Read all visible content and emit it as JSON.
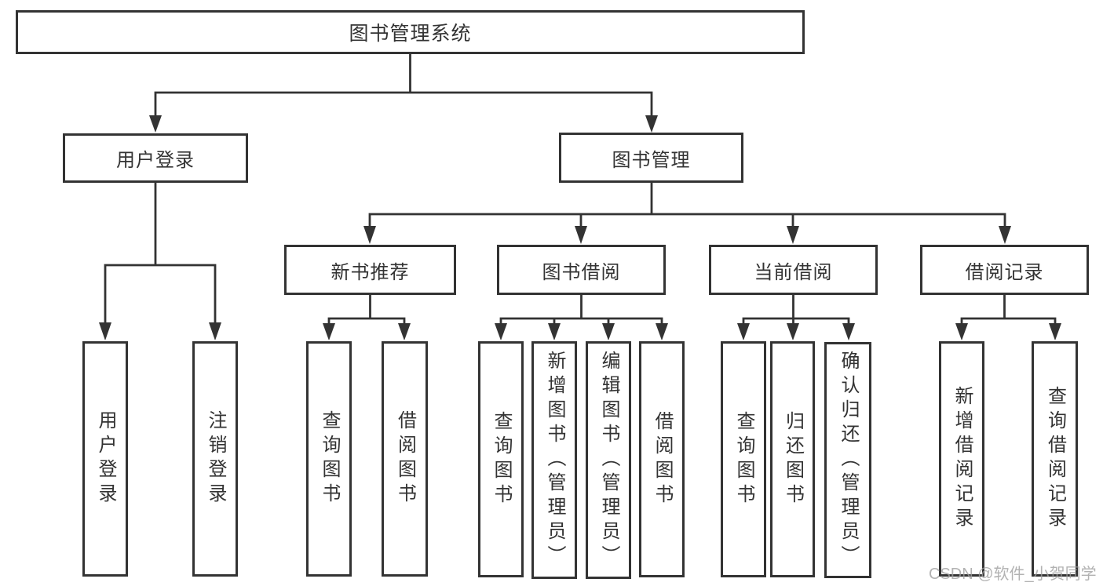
{
  "root": {
    "label": "图书管理系统"
  },
  "level2": [
    {
      "label": "用户登录",
      "children": [
        {
          "label": "用户登录"
        },
        {
          "label": "注销登录"
        }
      ]
    },
    {
      "label": "图书管理"
    }
  ],
  "level3": [
    {
      "label": "新书推荐",
      "children": [
        {
          "label": "查询图书"
        },
        {
          "label": "借阅图书"
        }
      ]
    },
    {
      "label": "图书借阅",
      "children": [
        {
          "label": "查询图书"
        },
        {
          "label": "新增图书（管理员）"
        },
        {
          "label": "编辑图书（管理员）"
        },
        {
          "label": "借阅图书"
        }
      ]
    },
    {
      "label": "当前借阅",
      "children": [
        {
          "label": "查询图书"
        },
        {
          "label": "归还图书"
        },
        {
          "label": "确认归还（管理员）"
        }
      ]
    },
    {
      "label": "借阅记录",
      "children": [
        {
          "label": "新增借阅记录"
        },
        {
          "label": "查询借阅记录"
        }
      ]
    }
  ],
  "watermark": {
    "text": "CSDN @软件_小贺同学"
  },
  "colors": {
    "line": "#333333",
    "text": "#333333",
    "background": "#ffffff",
    "watermark": "#a0a0a0"
  }
}
